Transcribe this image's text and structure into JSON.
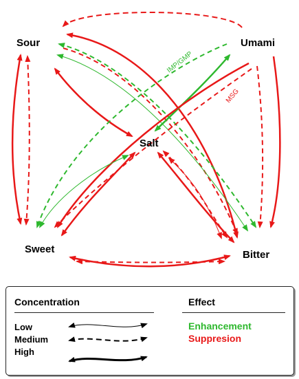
{
  "nodes": {
    "sour": "Sour",
    "umami": "Umami",
    "salt": "Salt",
    "sweet": "Sweet",
    "bitter": "Bitter"
  },
  "arrow_labels": {
    "imp_gmp": "IMP/GMP",
    "msg": "MSG"
  },
  "legend": {
    "concentration_title": "Concentration",
    "effect_title": "Effect",
    "levels": [
      "Low",
      "Medium",
      "High"
    ],
    "effects": [
      {
        "label": "Enhancement",
        "color": "#2eb82e"
      },
      {
        "label": "Suppresion",
        "color": "#e81818"
      }
    ]
  },
  "colors": {
    "enhancement": "#2eb82e",
    "suppression": "#e81818",
    "legend_line": "#000000"
  }
}
